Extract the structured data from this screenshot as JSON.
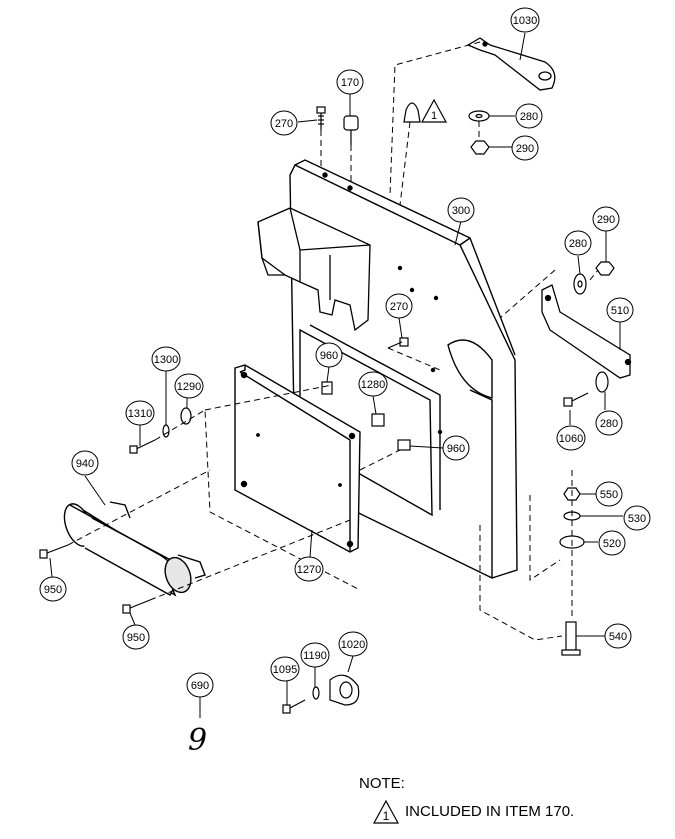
{
  "callouts": [
    {
      "id": "c1030",
      "label": "1030"
    },
    {
      "id": "c170",
      "label": "170"
    },
    {
      "id": "c270a",
      "label": "270"
    },
    {
      "id": "c280a",
      "label": "280"
    },
    {
      "id": "c290a",
      "label": "290"
    },
    {
      "id": "c300",
      "label": "300"
    },
    {
      "id": "c290b",
      "label": "290"
    },
    {
      "id": "c280b",
      "label": "280"
    },
    {
      "id": "c510",
      "label": "510"
    },
    {
      "id": "c270b",
      "label": "270"
    },
    {
      "id": "c960a",
      "label": "960"
    },
    {
      "id": "c1280",
      "label": "1280"
    },
    {
      "id": "c960b",
      "label": "960"
    },
    {
      "id": "c1300",
      "label": "1300"
    },
    {
      "id": "c1290",
      "label": "1290"
    },
    {
      "id": "c1310",
      "label": "1310"
    },
    {
      "id": "c1060",
      "label": "1060"
    },
    {
      "id": "c280c",
      "label": "280"
    },
    {
      "id": "c940",
      "label": "940"
    },
    {
      "id": "c550",
      "label": "550"
    },
    {
      "id": "c530",
      "label": "530"
    },
    {
      "id": "c520",
      "label": "520"
    },
    {
      "id": "c950a",
      "label": "950"
    },
    {
      "id": "c1270",
      "label": "1270"
    },
    {
      "id": "c950b",
      "label": "950"
    },
    {
      "id": "c540",
      "label": "540"
    },
    {
      "id": "c690",
      "label": "690"
    },
    {
      "id": "c1095",
      "label": "1095"
    },
    {
      "id": "c1190",
      "label": "1190"
    },
    {
      "id": "c1020",
      "label": "1020"
    }
  ],
  "triangle_marker": {
    "label": "1"
  },
  "handwritten": {
    "label": "9"
  },
  "note": {
    "title": "NOTE:",
    "marker": "1",
    "text": "INCLUDED IN ITEM 170."
  }
}
